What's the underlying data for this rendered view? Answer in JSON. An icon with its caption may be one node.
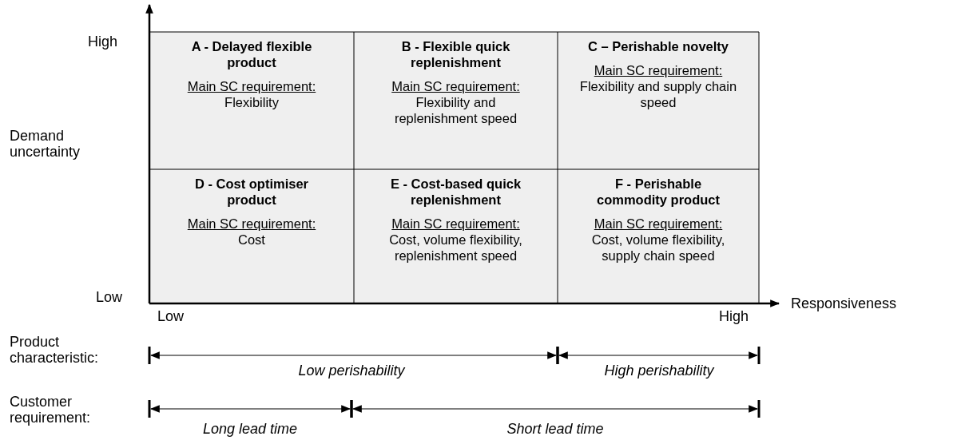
{
  "diagram": {
    "nodes": [
      {
        "text": [
          "A - Delayed flexible product",
          "Main SC requirement:",
          "Flexibility"
        ]
      },
      {
        "text": [
          "B - Flexible quick replenishment",
          "Main SC requirement:",
          "Flexibility and replenishment speed"
        ]
      },
      {
        "text": [
          "C – Perishable novelty",
          "Main SC requirement:",
          "Flexibility and supply chain speed"
        ]
      },
      {
        "text": [
          "D - Cost optimiser product",
          "Main SC requirement:",
          "Cost"
        ]
      },
      {
        "text": [
          "E - Cost-based quick replenishment",
          "Main SC requirement:",
          "Cost, volume flexibility, replenishment speed"
        ]
      },
      {
        "text": [
          "F - Perishable commodity product",
          "Main SC requirement:",
          "Cost, volume flexibility, supply chain speed"
        ]
      }
    ],
    "edges": [],
    "labels": [
      "High",
      "Demand uncertainty",
      "Low",
      "Low",
      "High",
      "Responsiveness",
      "Product characteristic:",
      "Low perishability",
      "High perishability",
      "Customer requirement:",
      "Long lead time",
      "Short lead time"
    ]
  }
}
